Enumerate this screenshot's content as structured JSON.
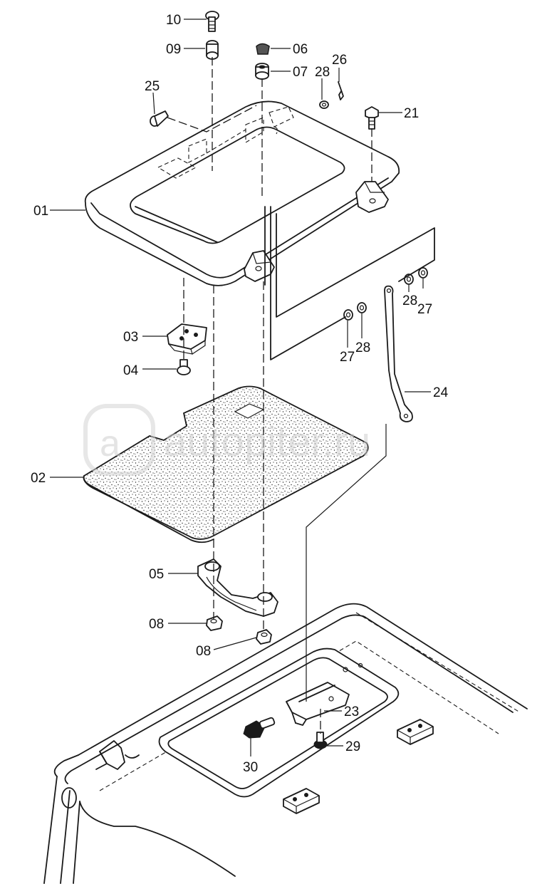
{
  "watermark": "autopiter.ru",
  "callouts": [
    {
      "id": "c10",
      "label": "10"
    },
    {
      "id": "c09",
      "label": "09"
    },
    {
      "id": "c06",
      "label": "06"
    },
    {
      "id": "c07",
      "label": "07"
    },
    {
      "id": "c28a",
      "label": "28"
    },
    {
      "id": "c26",
      "label": "26"
    },
    {
      "id": "c25",
      "label": "25"
    },
    {
      "id": "c21",
      "label": "21"
    },
    {
      "id": "c01",
      "label": "01"
    },
    {
      "id": "c28b",
      "label": "28"
    },
    {
      "id": "c27a",
      "label": "27"
    },
    {
      "id": "c03",
      "label": "03"
    },
    {
      "id": "c27b",
      "label": "27"
    },
    {
      "id": "c28c",
      "label": "28"
    },
    {
      "id": "c04",
      "label": "04"
    },
    {
      "id": "c24",
      "label": "24"
    },
    {
      "id": "c02",
      "label": "02"
    },
    {
      "id": "c05",
      "label": "05"
    },
    {
      "id": "c08a",
      "label": "08"
    },
    {
      "id": "c08b",
      "label": "08"
    },
    {
      "id": "c23",
      "label": "23"
    },
    {
      "id": "c29",
      "label": "29"
    },
    {
      "id": "c30",
      "label": "30"
    }
  ]
}
